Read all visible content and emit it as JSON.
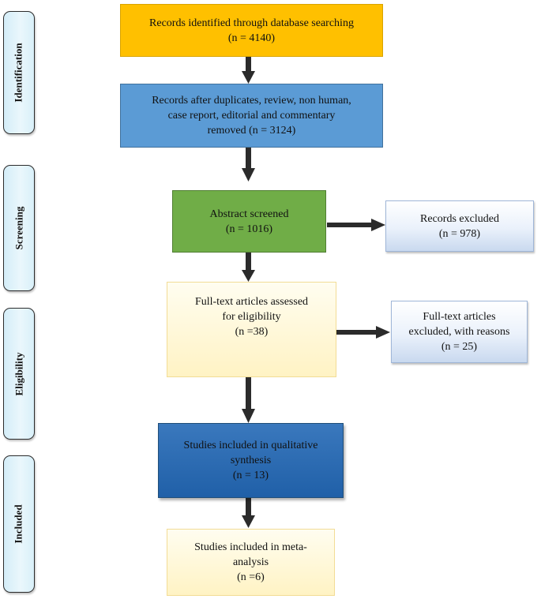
{
  "phases": [
    {
      "label": "Identification"
    },
    {
      "label": "Screening"
    },
    {
      "label": "Eligibility"
    },
    {
      "label": "Included"
    }
  ],
  "boxes": {
    "identified": {
      "lines": [
        "Records identified through  database searching",
        "(n = 4140)"
      ]
    },
    "after_duplicates": {
      "lines": [
        "Records after duplicates,  review,  non human,",
        "case report,  editorial  and  commentary",
        "removed (n = 3124)"
      ]
    },
    "abstract_screened": {
      "lines": [
        "Abstract screened",
        "(n = 1016)"
      ]
    },
    "records_excluded": {
      "lines": [
        "Records excluded",
        "(n = 978)"
      ]
    },
    "full_text_assessed": {
      "lines": [
        "Full-text  articles  assessed",
        "for eligibility",
        "(n =38)"
      ]
    },
    "full_text_excluded": {
      "lines": [
        "Full-text articles",
        "excluded,  with reasons",
        "(n = 25)"
      ]
    },
    "qualitative": {
      "lines": [
        "Studies included in qualitative",
        "synthesis",
        "(n = 13)"
      ]
    },
    "meta_analysis": {
      "lines": [
        "Studies included in meta-",
        "analysis",
        "(n =6)"
      ]
    }
  },
  "colors": {
    "identified": "#ffc000",
    "after_duplicates": "#5b9bd5",
    "abstract_screened": "#70ad47",
    "qualitative": "#2e6db4",
    "arrow": "#2b2b2b"
  }
}
